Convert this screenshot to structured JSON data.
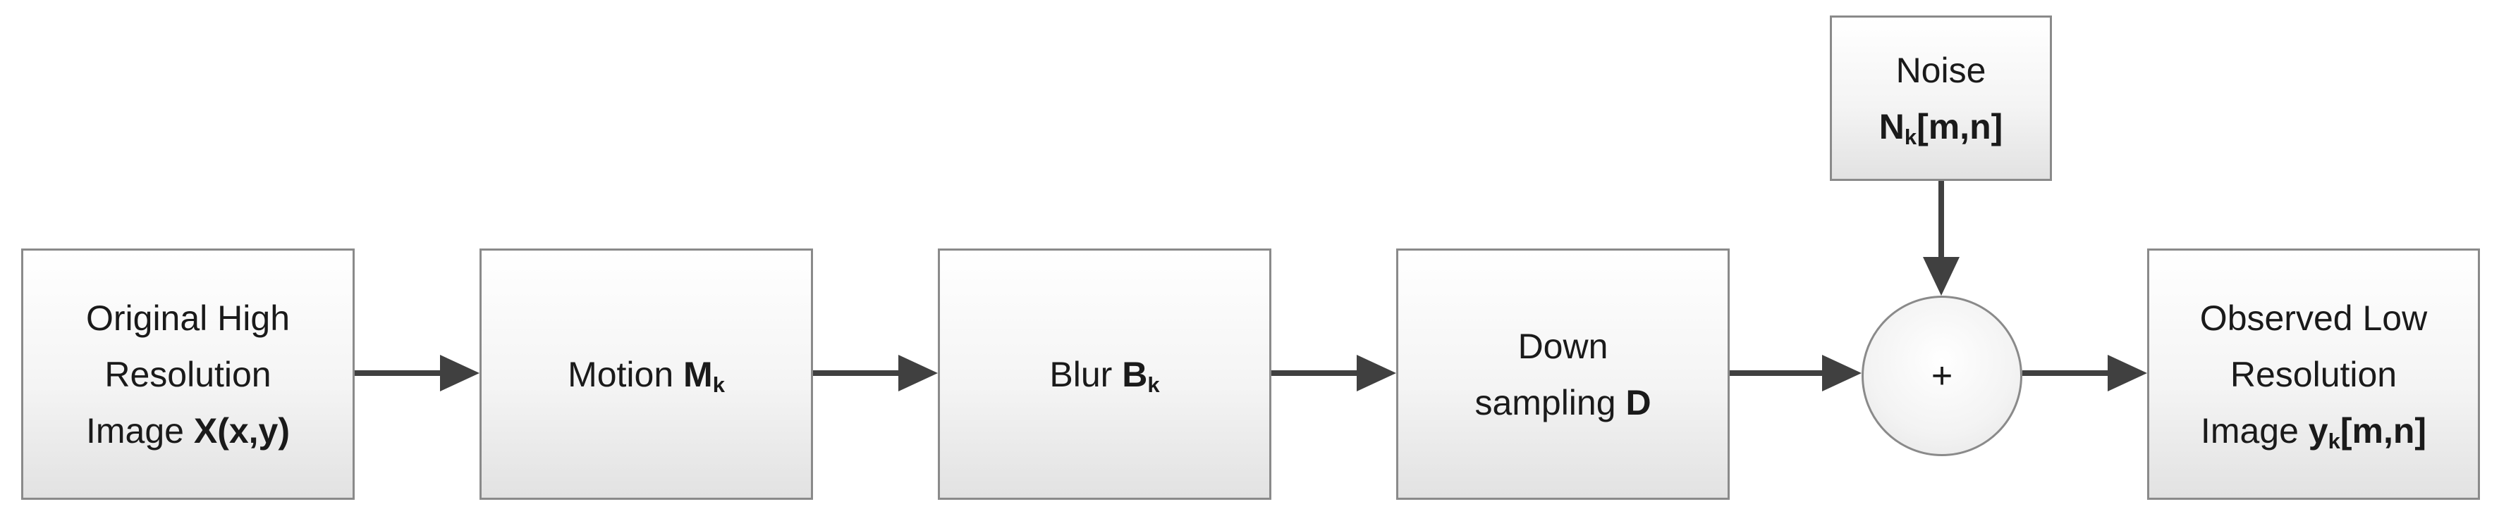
{
  "blocks": {
    "original": {
      "line1": "Original High",
      "line2": "Resolution",
      "line3_prefix": "Image ",
      "line3_symbol": "X(x,y)"
    },
    "motion": {
      "prefix": "Motion ",
      "symbol": "M",
      "sub": "k"
    },
    "blur": {
      "prefix": "Blur ",
      "symbol": "B",
      "sub": "k"
    },
    "downsampling": {
      "line1": "Down",
      "line2_prefix": "sampling ",
      "line2_symbol": "D"
    },
    "noise": {
      "line1": "Noise",
      "symbol": "N",
      "sub": "k",
      "suffix": "[m,n]"
    },
    "adder": {
      "label": "+"
    },
    "observed": {
      "line1": "Observed Low",
      "line2": "Resolution",
      "line3_prefix": "Image ",
      "line3_symbol": "y",
      "line3_sub": "k",
      "line3_suffix": "[m,n]"
    }
  },
  "colors": {
    "border": "#8a8a8a",
    "arrow": "#404040",
    "text": "#1a1a1a"
  }
}
